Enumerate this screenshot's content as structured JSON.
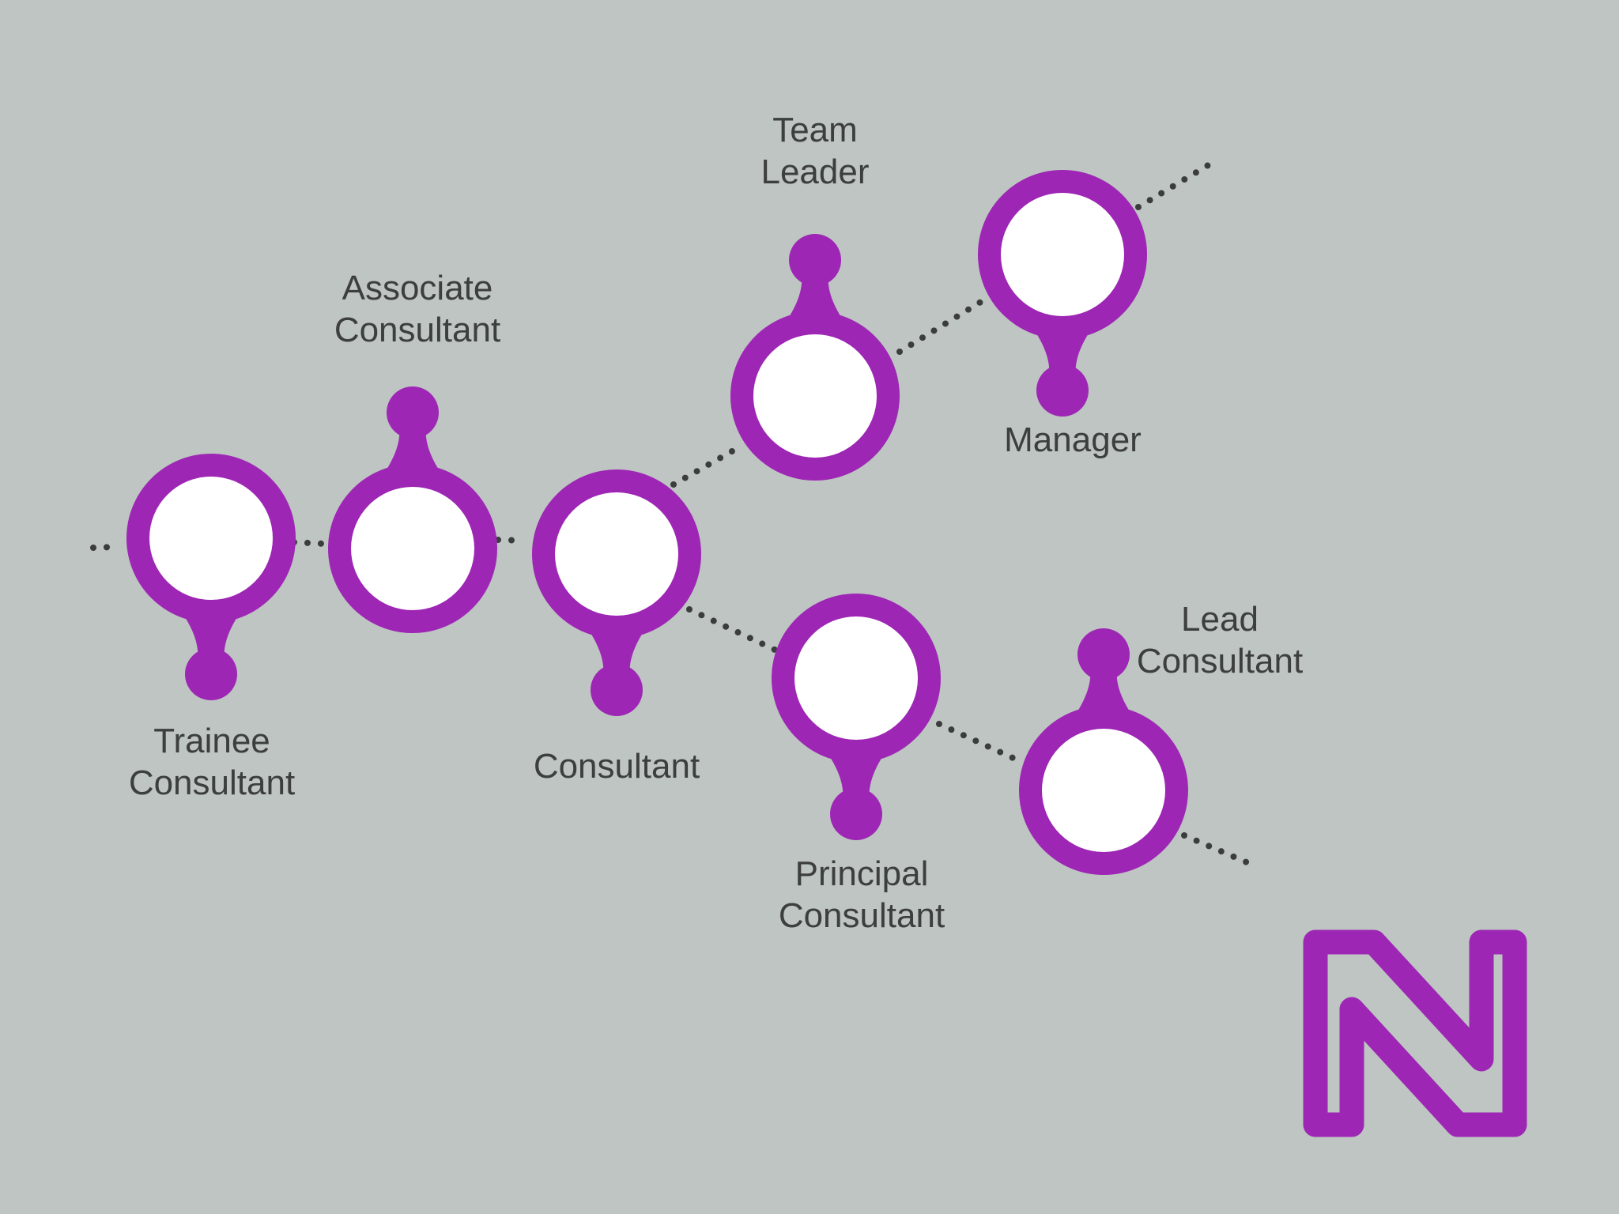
{
  "colors": {
    "background": "#BEC5C2",
    "accent": "#9E26B5",
    "node_fill": "#FFFFFF",
    "connector": "#3A3D3C",
    "text": "#3C3F3E"
  },
  "career_path": {
    "nodes": [
      {
        "id": "trainee-consultant",
        "lines": [
          "Trainee",
          "Consultant"
        ]
      },
      {
        "id": "associate-consultant",
        "lines": [
          "Associate",
          "Consultant"
        ]
      },
      {
        "id": "consultant",
        "lines": [
          "Consultant"
        ]
      },
      {
        "id": "team-leader",
        "lines": [
          "Team",
          "Leader"
        ]
      },
      {
        "id": "manager",
        "lines": [
          "Manager"
        ]
      },
      {
        "id": "principal-consultant",
        "lines": [
          "Principal",
          "Consultant"
        ]
      },
      {
        "id": "lead-consultant",
        "lines": [
          "Lead",
          "Consultant"
        ]
      }
    ]
  },
  "logo": {
    "icon": "n-logo-icon"
  }
}
